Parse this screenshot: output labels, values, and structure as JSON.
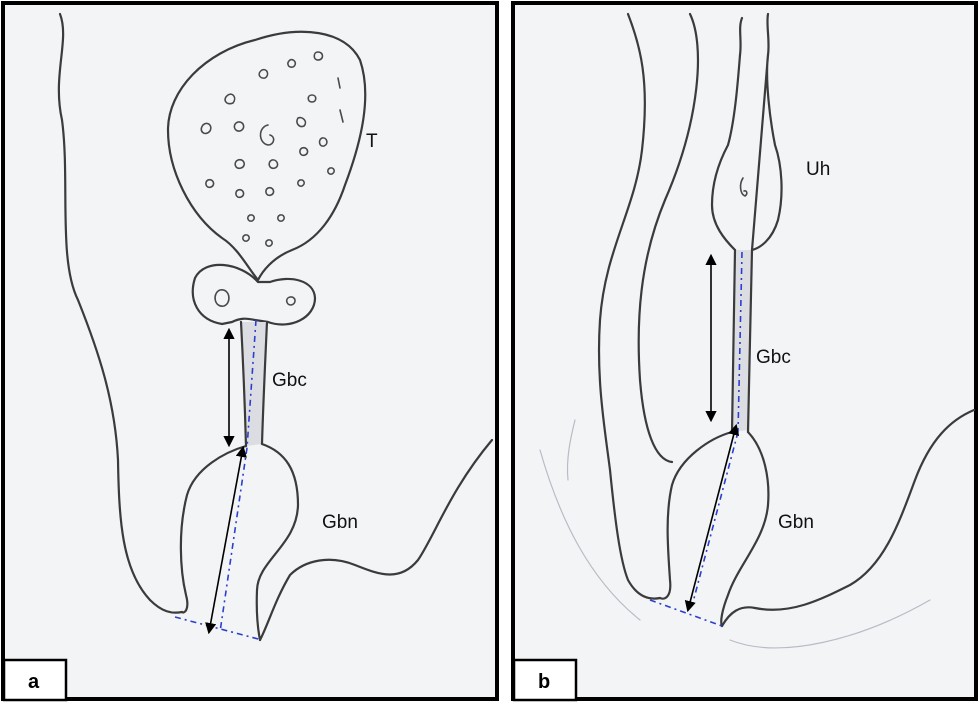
{
  "panels": [
    {
      "letter": "a",
      "labels": {
        "top_structure": "T",
        "upper_segment": "Gbc",
        "lower_segment": "Gbn"
      }
    },
    {
      "letter": "b",
      "labels": {
        "top_structure": "Uh",
        "upper_segment": "Gbc",
        "lower_segment": "Gbn"
      }
    }
  ],
  "colors": {
    "frame": "#000000",
    "pencil": "#3b3b3b",
    "measure_line": "#2b3fcf",
    "paper": "#f3f4f6"
  },
  "icons": {
    "measurement_arrow": "double-headed-arrow"
  }
}
